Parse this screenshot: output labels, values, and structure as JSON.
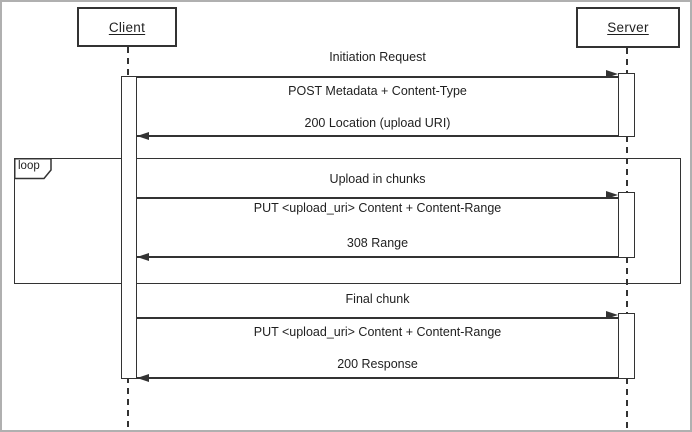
{
  "actors": [
    {
      "name": "Client"
    },
    {
      "name": "Server"
    }
  ],
  "loop_frame": {
    "label": "loop"
  },
  "exchanges": [
    {
      "section": "Initiation Request",
      "request": "POST Metadata + Content-Type",
      "response": "200 Location (upload URI)"
    },
    {
      "section": "Upload in chunks",
      "request": "PUT <upload_uri> Content + Content-Range",
      "response": "308 Range"
    },
    {
      "section": "Final chunk",
      "request": "PUT <upload_uri> Content + Content-Range",
      "response": "200 Response"
    }
  ],
  "colors": {
    "line": "#333333",
    "text": "#1f1f1f",
    "background": "#ffffff",
    "frame_border": "#b0b0b0"
  }
}
